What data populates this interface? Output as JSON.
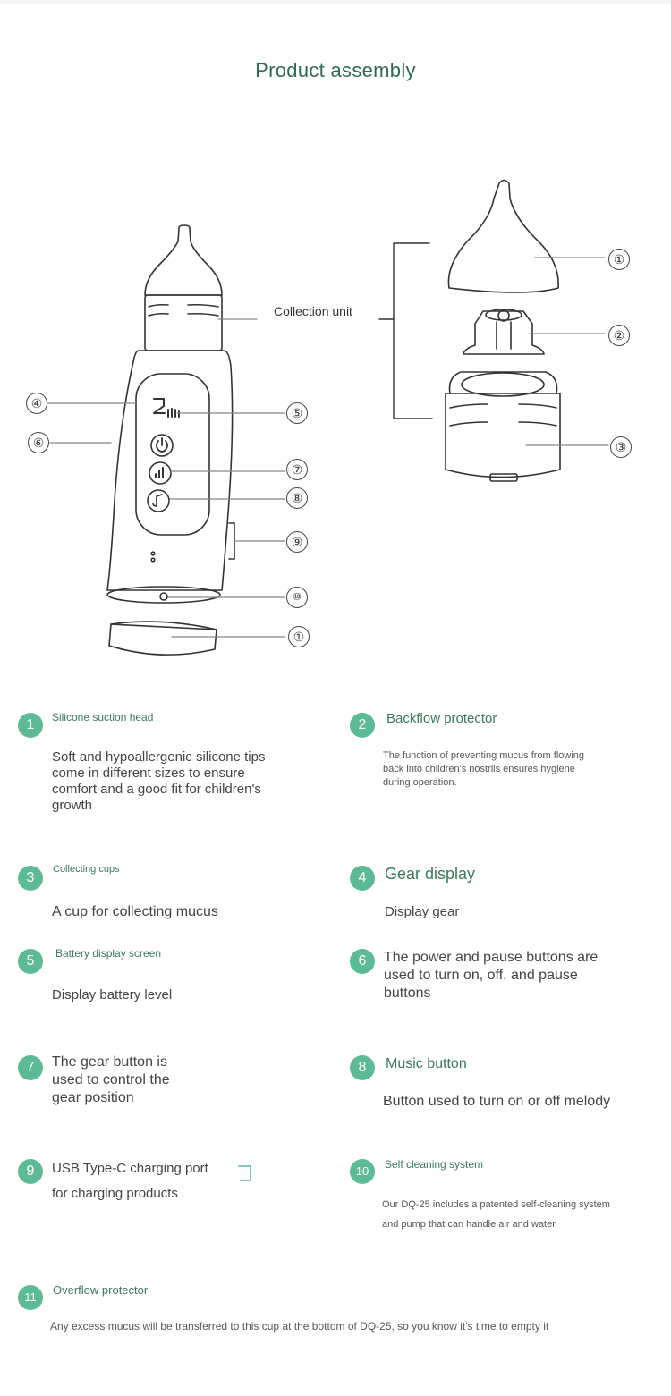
{
  "title": "Product assembly",
  "diagram": {
    "collection_label": "Collection unit",
    "display_digit": "2",
    "callouts": [
      "①",
      "②",
      "③",
      "④",
      "⑤",
      "⑥",
      "⑦",
      "⑧",
      "⑨",
      "⑩",
      "①"
    ]
  },
  "features": [
    {
      "num": "1",
      "title": "Silicone suction head",
      "body": "Soft and hypoallergenic silicone tips come in different sizes to ensure comfort and a good fit for children's growth"
    },
    {
      "num": "2",
      "title": "Backflow protector",
      "body": "The function of preventing mucus from flowing back into children's nostrils ensures hygiene during operation."
    },
    {
      "num": "3",
      "title": "Collecting cups",
      "body": "A cup for collecting mucus"
    },
    {
      "num": "4",
      "title": "Gear display",
      "body": "Display gear"
    },
    {
      "num": "5",
      "title": "Battery display screen",
      "body": "Display battery level"
    },
    {
      "num": "6",
      "title": "",
      "body": "The power and pause buttons are used to turn on, off, and pause buttons"
    },
    {
      "num": "7",
      "title": "",
      "body": "The gear button is used to control the gear position"
    },
    {
      "num": "8",
      "title": "Music button",
      "body": "Button used to turn on or off melody"
    },
    {
      "num": "9",
      "title": "USB Type-C charging port",
      "body": "for charging products"
    },
    {
      "num": "10",
      "title": "Self cleaning system",
      "body": "Our DQ-25 includes a patented self-cleaning system and pump that can handle air and water."
    },
    {
      "num": "11",
      "title": "Overflow protector",
      "body": "Any excess mucus will be transferred to this cup at the bottom of DQ-25, so you know it's time to empty it"
    }
  ]
}
